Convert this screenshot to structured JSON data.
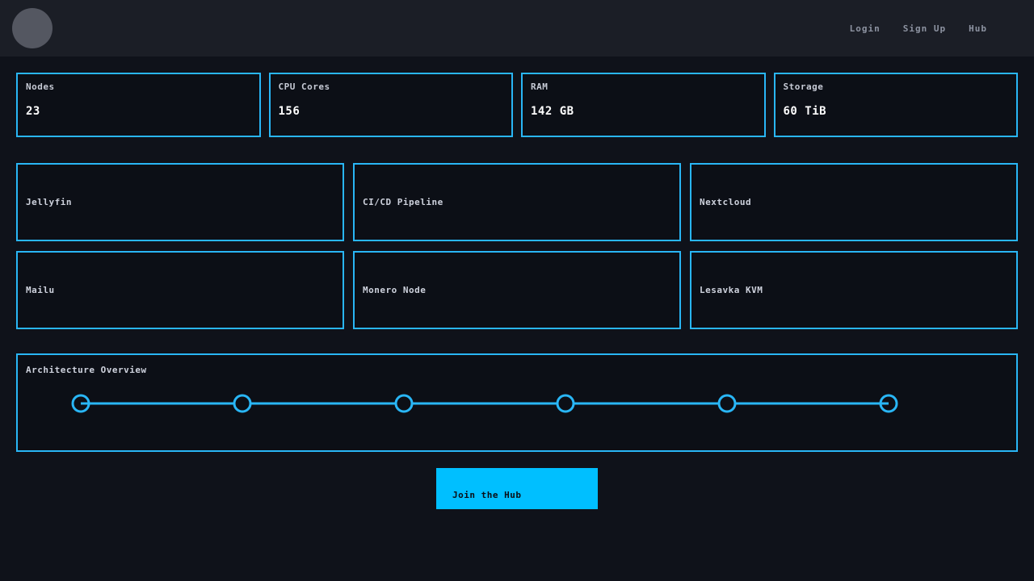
{
  "navbar": {
    "links": [
      {
        "label": "Login"
      },
      {
        "label": "Sign Up"
      },
      {
        "label": "Hub"
      }
    ]
  },
  "stats": [
    {
      "label": "Nodes",
      "value": "23"
    },
    {
      "label": "CPU Cores",
      "value": "156"
    },
    {
      "label": "RAM",
      "value": "142 GB"
    },
    {
      "label": "Storage",
      "value": "60 TiB"
    }
  ],
  "services": [
    {
      "title": "Jellyfin"
    },
    {
      "title": "CI/CD Pipeline"
    },
    {
      "title": "Nextcloud"
    },
    {
      "title": "Mailu"
    },
    {
      "title": "Monero Node"
    },
    {
      "title": "Lesavka KVM"
    }
  ],
  "architecture": {
    "title": "Architecture Overview",
    "node_count": 6
  },
  "cta": {
    "label": "Join the Hub"
  },
  "colors": {
    "accent_border": "#29b6f6",
    "button_cyan": "#00bfff",
    "page_bg": "#0f121a",
    "navbar_bg": "#1b1e26",
    "card_bg": "#0c0f16"
  }
}
